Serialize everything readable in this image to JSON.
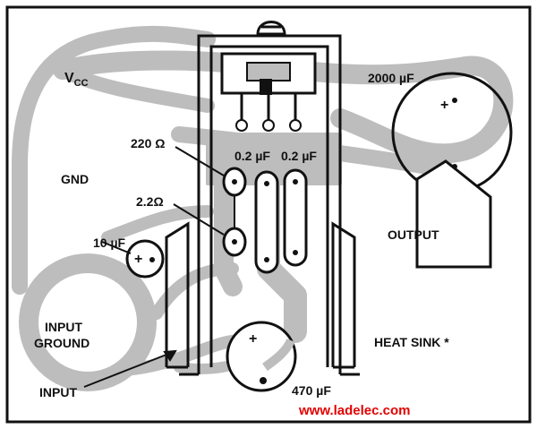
{
  "labels": {
    "vcc_main": "V",
    "vcc_sub": "CC",
    "gnd": "GND",
    "c_2000": "2000 µF",
    "r_220": "220 Ω",
    "c_02a": "0.2 µF",
    "c_02b": "0.2 µF",
    "r_22": "2.2Ω",
    "c_10": "10 µF",
    "output": "OUTPUT",
    "input_ground_1": "INPUT",
    "input_ground_2": "GROUND",
    "heat_sink": "HEAT SINK *",
    "input": "INPUT",
    "c_470": "470 µF",
    "plus": "+",
    "watermark": "www.ladelec.com"
  },
  "colors": {
    "trace": "#bdbdbd",
    "ink": "#111111",
    "paper": "#ffffff",
    "watermark": "#e30000"
  }
}
